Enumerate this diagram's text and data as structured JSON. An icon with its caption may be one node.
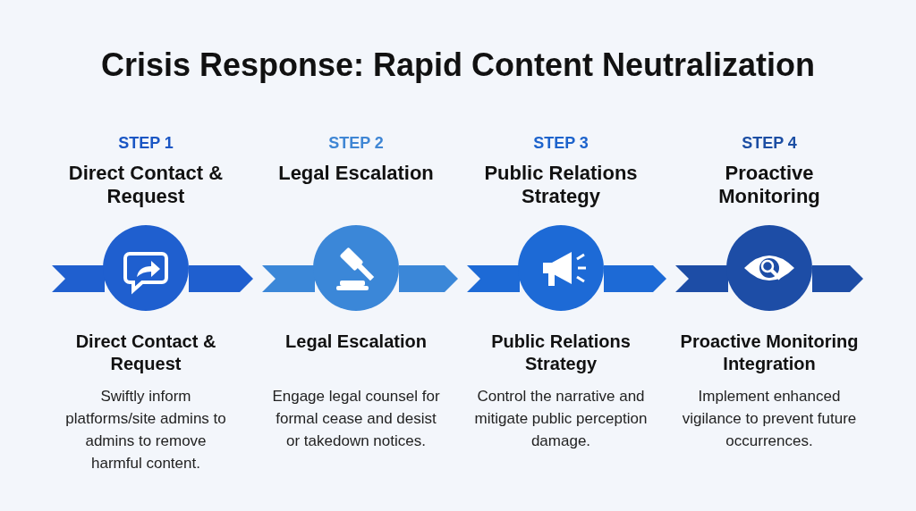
{
  "diagram": {
    "title": "Crisis Response: Rapid Content Neutralization",
    "nodes": [
      {
        "text": [
          "STEP 1",
          "Direct Contact & Request",
          "Direct Contact & Request",
          "Swiftly inform platforms/site admins to admins to remove harmful content."
        ]
      },
      {
        "text": [
          "STEP 2",
          "Legal Escalation",
          "Legal Escalation",
          "Engage legal counsel for formal cease and desist or takedown notices."
        ]
      },
      {
        "text": [
          "STEP 3",
          "Public Relations Strategy",
          "Public Relations Strategy",
          "Control the narrative and mitigate public perception damage."
        ]
      },
      {
        "text": [
          "STEP 4",
          "Proactive Monitoring",
          "Proactive Monitoring Integration",
          "Implement enhanced vigilance to prevent future occurrences."
        ]
      }
    ],
    "edges": [
      {
        "from": 0,
        "to": 1,
        "arrow": "to"
      },
      {
        "from": 1,
        "to": 2,
        "arrow": "to"
      },
      {
        "from": 2,
        "to": 3,
        "arrow": "to"
      },
      {
        "from": 3,
        "to": null,
        "arrow": "to"
      }
    ]
  }
}
